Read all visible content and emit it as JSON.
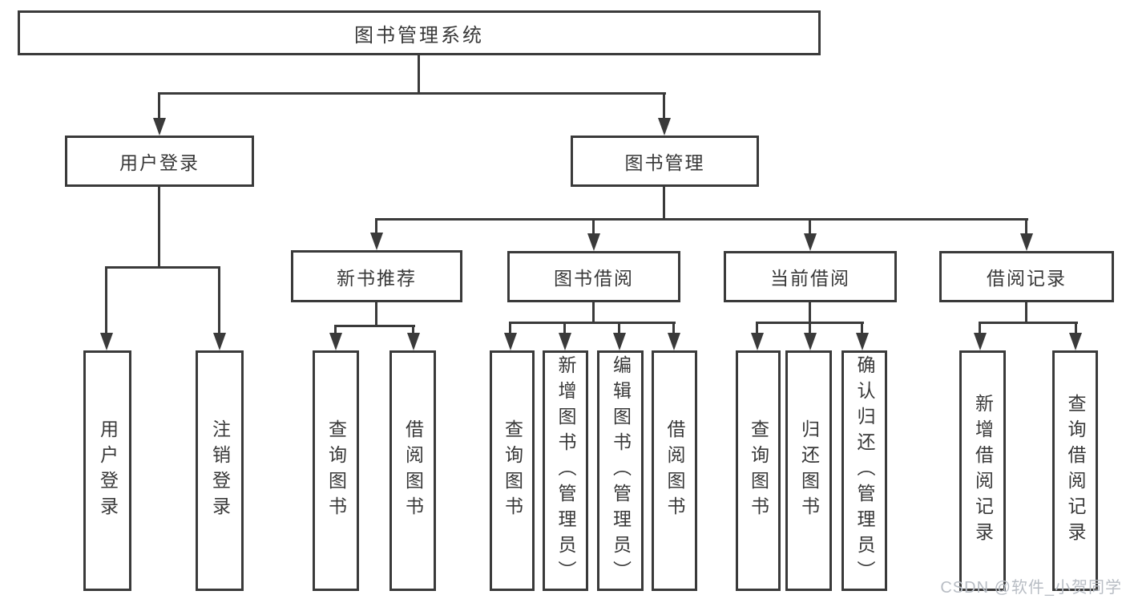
{
  "diagram": {
    "root": {
      "label": "图书管理系统"
    },
    "level1": [
      {
        "label": "用户登录"
      },
      {
        "label": "图书管理"
      }
    ],
    "level2": [
      {
        "label": "新书推荐",
        "parent": "图书管理"
      },
      {
        "label": "图书借阅",
        "parent": "图书管理"
      },
      {
        "label": "当前借阅",
        "parent": "图书管理"
      },
      {
        "label": "借阅记录",
        "parent": "图书管理"
      }
    ],
    "leaves": [
      {
        "label": "用户登录",
        "parent": "用户登录"
      },
      {
        "label": "注销登录",
        "parent": "用户登录"
      },
      {
        "label": "查询图书",
        "parent": "新书推荐"
      },
      {
        "label": "借阅图书",
        "parent": "新书推荐"
      },
      {
        "label": "查询图书",
        "parent": "图书借阅"
      },
      {
        "label": "新增图书（管理员）",
        "parent": "图书借阅"
      },
      {
        "label": "编辑图书（管理员）",
        "parent": "图书借阅"
      },
      {
        "label": "借阅图书",
        "parent": "图书借阅"
      },
      {
        "label": "查询图书",
        "parent": "当前借阅"
      },
      {
        "label": "归还图书",
        "parent": "当前借阅"
      },
      {
        "label": "确认归还（管理员）",
        "parent": "当前借阅"
      },
      {
        "label": "新增借阅记录",
        "parent": "借阅记录"
      },
      {
        "label": "查询借阅记录",
        "parent": "借阅记录"
      }
    ]
  },
  "watermark": {
    "text": "CSDN @软件_小贺同学"
  },
  "colors": {
    "line": "#3a3a3a",
    "text": "#383838",
    "background": "#ffffff",
    "watermark": "#b8bdc4"
  }
}
